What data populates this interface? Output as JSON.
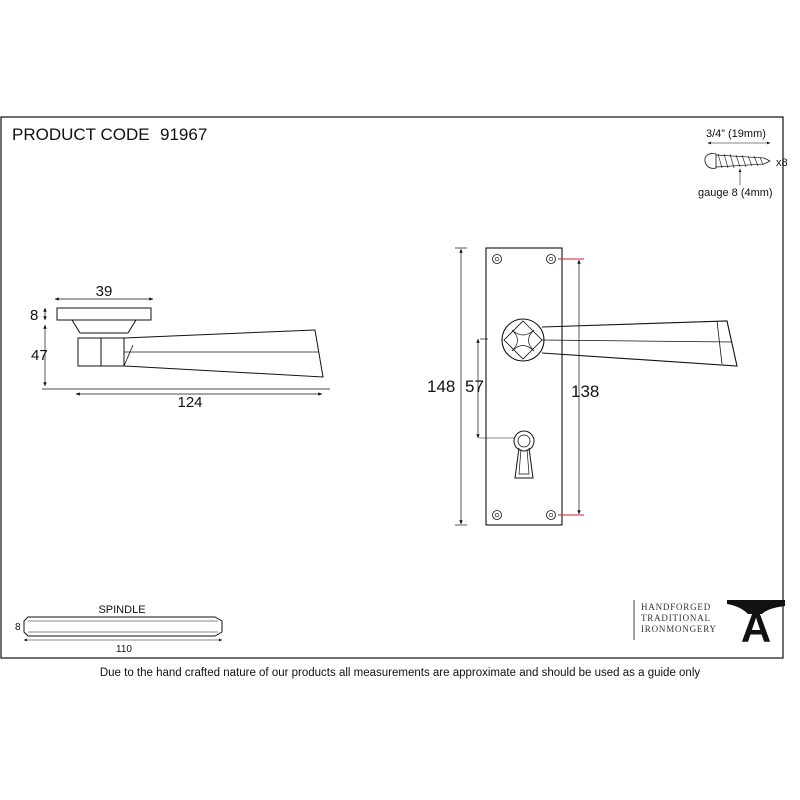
{
  "header": {
    "product_code_label": "PRODUCT CODE",
    "product_code": "91967"
  },
  "screw": {
    "length": "3/4” (19mm)",
    "quantity": "x8",
    "gauge": "gauge 8 (4mm)"
  },
  "side_view": {
    "rose_width": "39",
    "rose_thickness": "8",
    "height": "47",
    "lever_length": "124"
  },
  "plate_view": {
    "plate_height": "148",
    "spindle_to_keyhole": "57",
    "fixing_centres": "138"
  },
  "spindle": {
    "label": "SPINDLE",
    "thickness": "8",
    "length": "110"
  },
  "logo": {
    "line1": "HANDFORGED",
    "line2": "TRADITIONAL",
    "line3": "IRONMONGERY",
    "mark": "A"
  },
  "footer": {
    "disclaimer": "Due to the hand crafted nature of our products all measurements are approximate and should be used as a guide only"
  },
  "colors": {
    "line": "#111111",
    "dimension_marker": "#d2232a"
  }
}
